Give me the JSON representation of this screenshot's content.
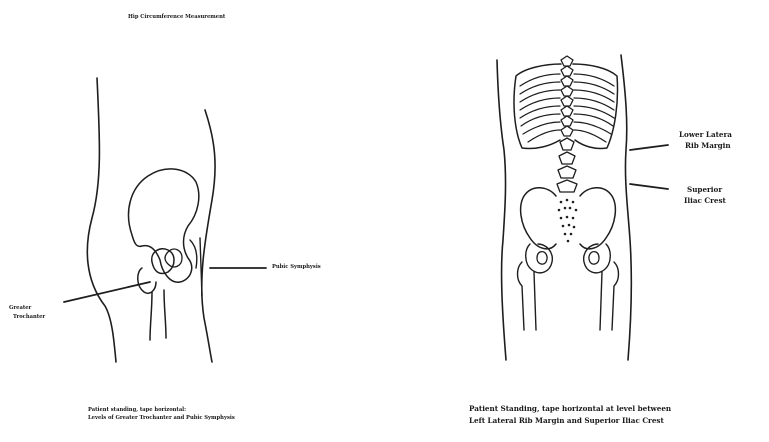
{
  "left_figure": {
    "title": "Hip Circumference Measurement",
    "label_pubic": "Pubic Symphysis",
    "label_trochanter_line1": "Greater",
    "label_trochanter_line2": "Trochanter",
    "caption_line1": "Patient standing, tape horizontal:",
    "caption_line2": "Levels of Greater Trochanter and Pubic Symphysis"
  },
  "right_figure": {
    "label_rib_line1": "Lower Latera",
    "label_rib_line2": "Rib Margin",
    "label_iliac_line1": "Superior",
    "label_iliac_line2": "Iliac Crest",
    "caption_line1": "Patient Standing, tape horizontal at level between",
    "caption_line2": "Left Lateral Rib Margin and Superior Iliac Crest"
  }
}
